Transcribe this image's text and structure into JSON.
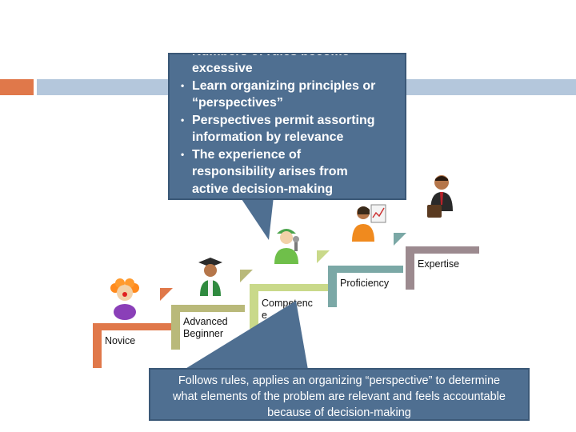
{
  "callout_top": {
    "clipped_line": "Numbers of rules become",
    "items": [
      {
        "text": "excessive",
        "continuation": true
      },
      {
        "text": "Learn organizing principles or",
        "continuation": false
      },
      {
        "text": "“perspectives”",
        "continuation": true
      },
      {
        "text": "Perspectives permit assorting",
        "continuation": false
      },
      {
        "text": "information by relevance",
        "continuation": true
      },
      {
        "text": "The experience of",
        "continuation": false
      },
      {
        "text": "responsibility arises from",
        "continuation": true
      },
      {
        "text": "active decision-making",
        "continuation": true
      }
    ],
    "bullet": "•"
  },
  "stages": {
    "novice": "Novice",
    "advanced_beginner_1": "Advanced",
    "advanced_beginner_2": "Beginner",
    "competence_1": "Competenc",
    "competence_2": "e",
    "proficiency": "Proficiency",
    "expertise": "Expertise"
  },
  "callout_bottom": {
    "line1": "Follows rules, applies an organizing “perspective” to determine",
    "line2": "what elements of the problem are relevant and feels accountable",
    "line3": "because of decision-making"
  },
  "colors": {
    "novice": "#e0784a",
    "advanced_beginner": "#b9b97a",
    "competence": "#c9d98a",
    "proficiency": "#7ba8a6",
    "expertise": "#9c8a8f",
    "callout": "#4f6f91",
    "rule": "#b4c7dc"
  }
}
